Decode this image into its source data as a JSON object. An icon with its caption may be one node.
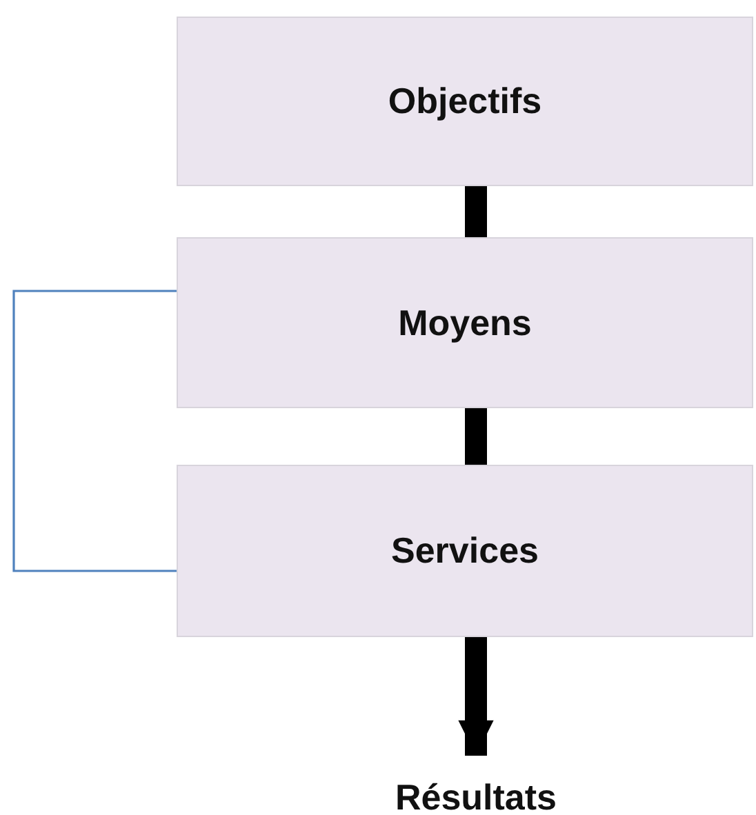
{
  "diagram": {
    "nodes": [
      {
        "text": [
          "Objectifs"
        ]
      },
      {
        "text": [
          "Moyens"
        ]
      },
      {
        "text": [
          "Services"
        ]
      },
      {
        "text": [
          "Résultats"
        ]
      }
    ],
    "edges": [
      {
        "from": 0,
        "to": 1,
        "arrow": "none"
      },
      {
        "from": 1,
        "to": 2,
        "arrow": "none"
      },
      {
        "from": 2,
        "to": 3,
        "arrow": "to"
      },
      {
        "from": 1,
        "to": 2,
        "arrow": "none",
        "color": "#4f81bd"
      }
    ]
  }
}
